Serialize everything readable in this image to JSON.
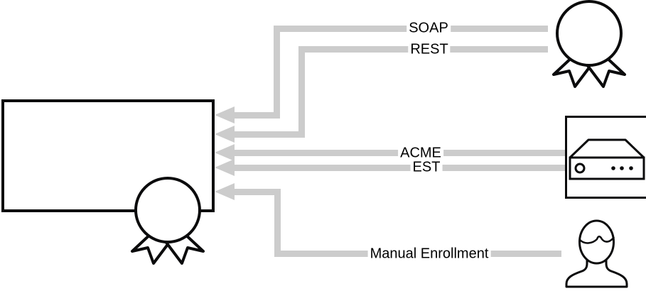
{
  "colors": {
    "background": "#ffffff",
    "connector": "#cccccc",
    "stroke": "#0b0b0c",
    "label_background": "#ffffff",
    "label_text": "#000000"
  },
  "nodes": {
    "ca_box": {
      "name": "certificate-authority-box",
      "text": ""
    },
    "badge_top": {
      "name": "certificate-ribbon-badge",
      "icon": "ribbon-badge-icon"
    },
    "device": {
      "name": "network-device",
      "icon": "appliance-icon"
    },
    "person": {
      "name": "operator",
      "icon": "person-icon"
    },
    "ca_badge": {
      "name": "ca-ribbon-seal",
      "icon": "ribbon-badge-icon"
    }
  },
  "connectors": [
    {
      "id": "soap",
      "label": "SOAP"
    },
    {
      "id": "rest",
      "label": "REST"
    },
    {
      "id": "acme",
      "label": "ACME"
    },
    {
      "id": "est",
      "label": "EST"
    },
    {
      "id": "manual",
      "label": "Manual Enrollment"
    }
  ]
}
